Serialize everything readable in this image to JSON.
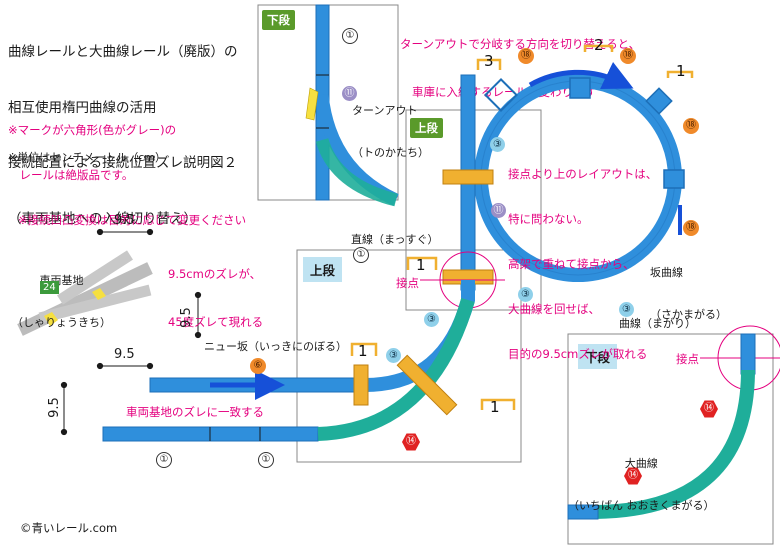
{
  "title_lines": [
    "曲線レールと大曲線レール（廃版）の",
    "相互使用楕円曲線の活用",
    "接続配置による接続位置ズレ説明図２",
    "（車両基地への入線切り替え）"
  ],
  "notes": {
    "hex_mark_line1": "※マークが六角形(色がグレー)の",
    "hex_mark_line2": "　レールは絶版品です。",
    "convert_line": "※接続凹凸変換は目的に応じて変更ください",
    "unit": "※単位はセンチメートル（cm）"
  },
  "top_annotation": [
    "ターンアウトで分岐する方向を切り替えると、",
    "車庫に入線するレールが変わります"
  ],
  "labels": {
    "lower_deck_1": "下段",
    "lower_deck_2": "下段",
    "upper_deck_1": "上段",
    "upper_deck_2": "上段",
    "turnout": "ターンアウト",
    "turnout_reading": "（トのかたち）",
    "junction_note": [
      "接点より上のレイアウトは、",
      "特に問わない。",
      "高架で重ねて接点から、",
      "大曲線を回せば、",
      "目的の9.5cmズレが取れる"
    ],
    "straight": "直線（まっすぐ）",
    "shift_note": [
      "9.5cmのズレが、",
      "45度ズレて現れる"
    ],
    "depot": "車両基地",
    "depot_reading": "（しゃりょうきち）",
    "junction": "接点",
    "junction_2": "接点",
    "slope_curve": "坂曲線",
    "slope_curve_reading": "（さかまがる）",
    "curve": "曲線（まがり）",
    "new_slope": "ニュー坂（いっきにのぼる）",
    "depot_match": "車両基地のズレに一致する",
    "big_curve": "大曲線",
    "big_curve_reading": "（いちばん おおきくまがる）",
    "copyright": "©青いレール.com"
  },
  "numbers": {
    "c1": "①",
    "c3": "③",
    "c6": "⑥",
    "c11": "⑪",
    "c14": "⑭",
    "c18": "⑱",
    "c24": "24",
    "n1": "1",
    "n2": "2",
    "n3": "3",
    "d95": "9.5"
  },
  "colors": {
    "rail_blue": "#2f8fdc",
    "rail_blue_dark": "#1d6fb8",
    "rail_teal": "#1fae9a",
    "rail_teal_dark": "#148a7a",
    "connector_orange": "#f0b030",
    "accent_pink": "#e4007f",
    "panel_green": "#5a9a2a",
    "panel_blue": "#bfe3f2",
    "arrow_blue": "#1650d8"
  }
}
